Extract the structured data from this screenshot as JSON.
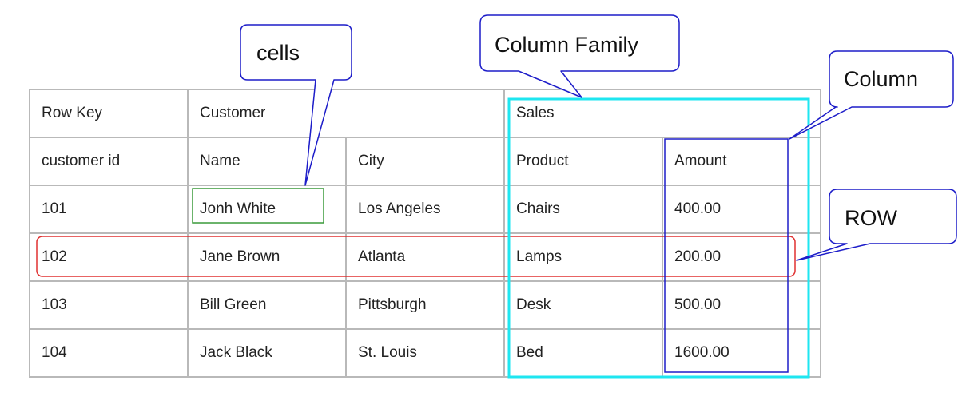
{
  "table": {
    "header_row": [
      "Row Key",
      "Customer",
      "Sales"
    ],
    "sub_header_row": [
      "customer id",
      "Name",
      "City",
      "Product",
      "Amount"
    ],
    "rows": [
      [
        "101",
        "Jonh White",
        "Los Angeles",
        "Chairs",
        "400.00"
      ],
      [
        "102",
        "Jane Brown",
        "Atlanta",
        "Lamps",
        "200.00"
      ],
      [
        "103",
        "Bill Green",
        "Pittsburgh",
        "Desk",
        "500.00"
      ],
      [
        "104",
        "Jack Black",
        "St. Louis",
        "Bed",
        "1600.00"
      ]
    ]
  },
  "callouts": {
    "cells": "cells",
    "column_family": "Column Family",
    "column": "Column",
    "row": "ROW"
  },
  "colors": {
    "grid_line": "#b9b9b9",
    "callout_border": "#1d1dc9",
    "column_family_highlight": "#1ee6f0",
    "column_highlight": "#1d1dc9",
    "row_highlight": "#e03030",
    "cell_highlight": "#3a9a3a"
  }
}
